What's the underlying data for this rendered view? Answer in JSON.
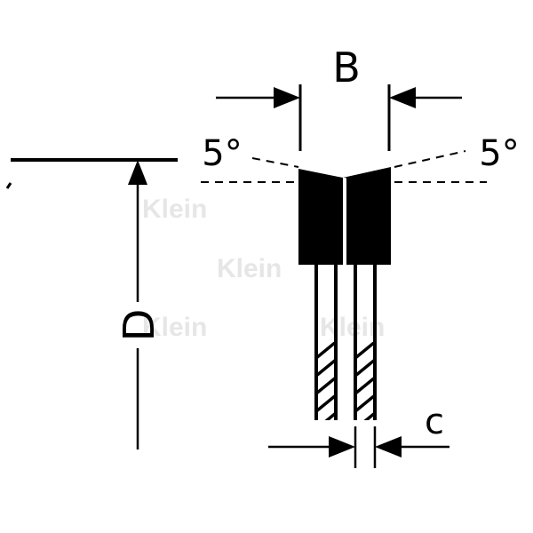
{
  "labels": {
    "B": "B",
    "D": "D",
    "C": "c",
    "angle_left": "5°",
    "angle_right": "5°"
  },
  "watermark": "Klein",
  "colors": {
    "ink": "#000000",
    "background": "#ffffff",
    "watermark": "#e6e6e6"
  }
}
